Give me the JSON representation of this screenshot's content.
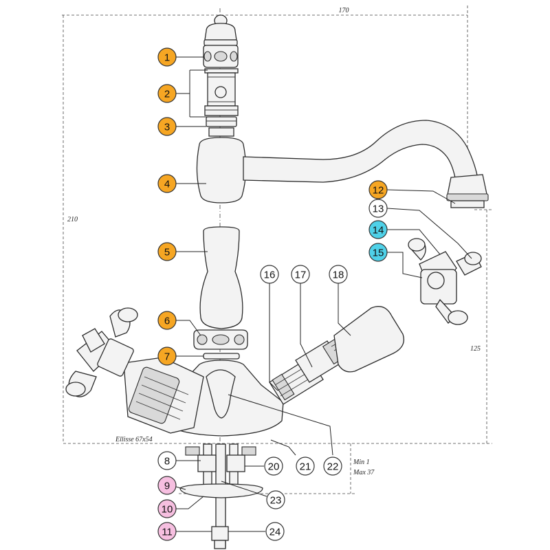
{
  "colors": {
    "orange": "#f6a623",
    "cyan": "#4fd1e8",
    "pink": "#f6bfe0",
    "white": "#ffffff"
  },
  "dimensions": {
    "width": "170",
    "height": "210",
    "spout_height": "125",
    "ellipse": "Ellisse 67x54",
    "deck_min": "Min 1",
    "deck_max": "Max 37"
  },
  "parts": [
    {
      "n": "1",
      "color": "orange"
    },
    {
      "n": "2",
      "color": "orange"
    },
    {
      "n": "3",
      "color": "orange"
    },
    {
      "n": "4",
      "color": "orange"
    },
    {
      "n": "5",
      "color": "orange"
    },
    {
      "n": "6",
      "color": "orange"
    },
    {
      "n": "7",
      "color": "orange"
    },
    {
      "n": "8",
      "color": "white"
    },
    {
      "n": "9",
      "color": "pink"
    },
    {
      "n": "10",
      "color": "pink"
    },
    {
      "n": "11",
      "color": "pink"
    },
    {
      "n": "12",
      "color": "orange"
    },
    {
      "n": "13",
      "color": "white"
    },
    {
      "n": "14",
      "color": "cyan"
    },
    {
      "n": "15",
      "color": "cyan"
    },
    {
      "n": "16",
      "color": "white"
    },
    {
      "n": "17",
      "color": "white"
    },
    {
      "n": "18",
      "color": "white"
    },
    {
      "n": "20",
      "color": "white"
    },
    {
      "n": "21",
      "color": "white"
    },
    {
      "n": "22",
      "color": "white"
    },
    {
      "n": "23",
      "color": "white"
    },
    {
      "n": "24",
      "color": "white"
    }
  ]
}
